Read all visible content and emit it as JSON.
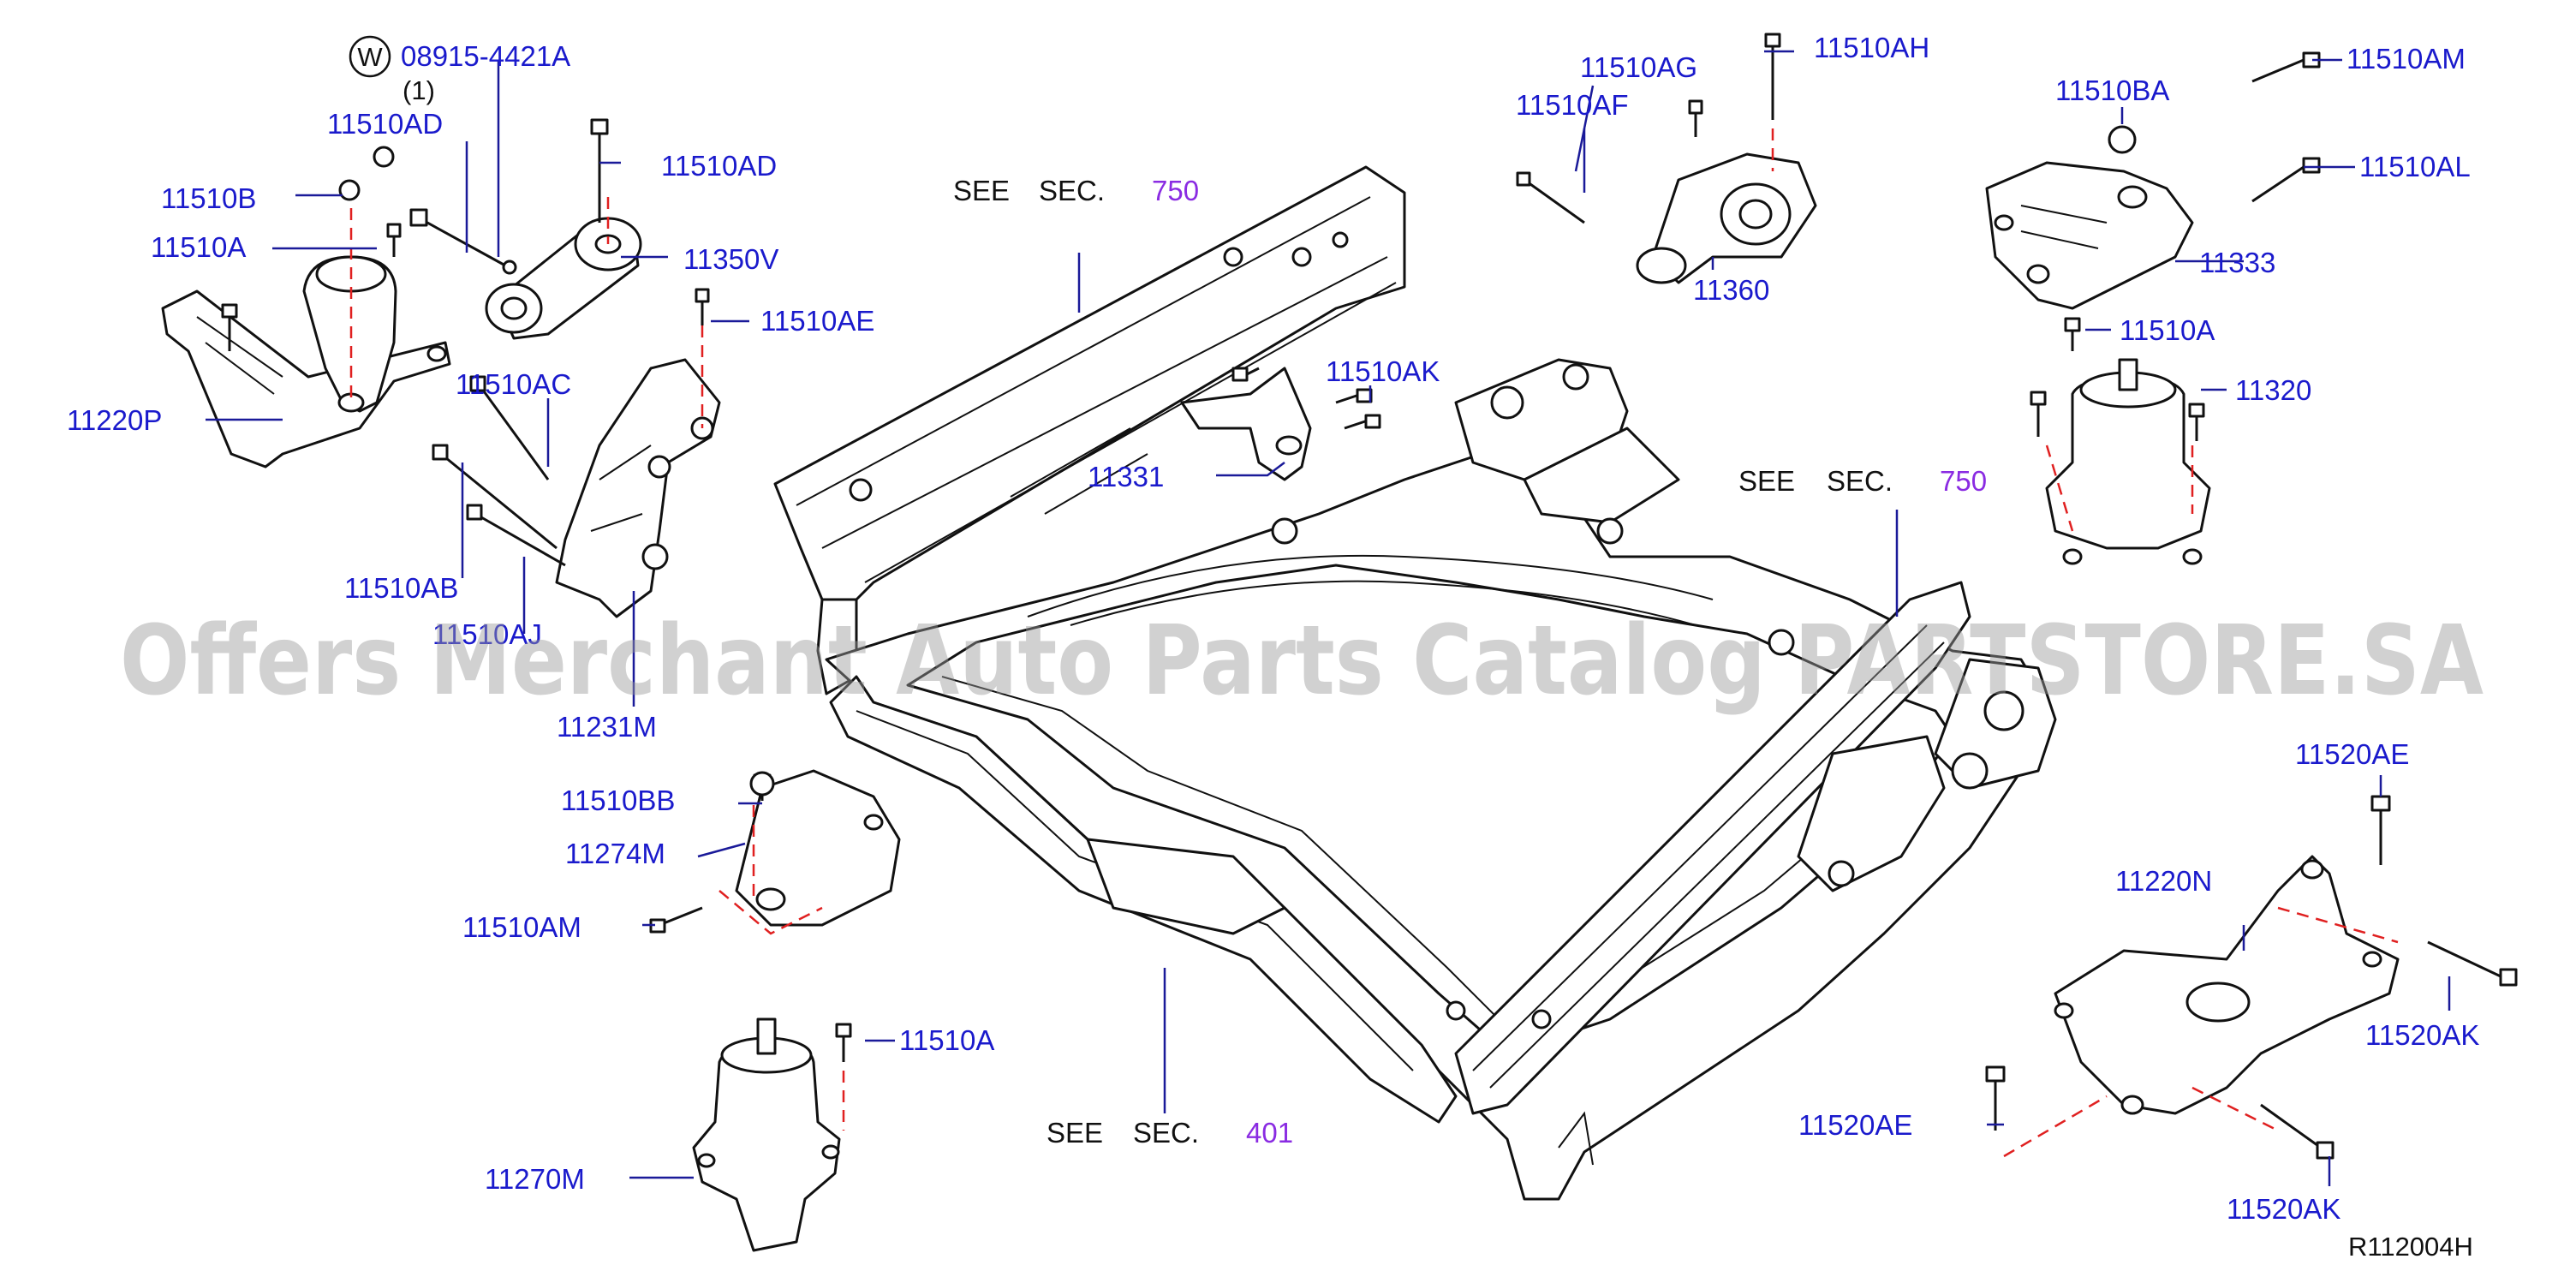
{
  "reference_code": "R112004H",
  "watermark": "Offers Merchant Auto Parts Catalog PARTSTORE.SA",
  "washer_symbol": "W",
  "washer_part": "08915-4421A",
  "washer_qty": "(1)",
  "see_labels": [
    {
      "see": "SEE",
      "sec": "SEC.",
      "num": "750"
    },
    {
      "see": "SEE",
      "sec": "SEC.",
      "num": "750"
    },
    {
      "see": "SEE",
      "sec": "SEC.",
      "num": "401"
    }
  ],
  "parts": [
    "11510AD",
    "11510AD",
    "11510B",
    "11510A",
    "11350V",
    "11510AE",
    "11220P",
    "11510AC",
    "11510AB",
    "11510AJ",
    "11231M",
    "11510AK",
    "11331",
    "11510AG",
    "11510AH",
    "11510AF",
    "11360",
    "11510AM",
    "11510BA",
    "11510AL",
    "11333",
    "11510A",
    "11320",
    "11510BB",
    "11274M",
    "11510AM",
    "11510A",
    "11270M",
    "11520AE",
    "11220N",
    "11520AK",
    "11520AE",
    "11520AK"
  ]
}
